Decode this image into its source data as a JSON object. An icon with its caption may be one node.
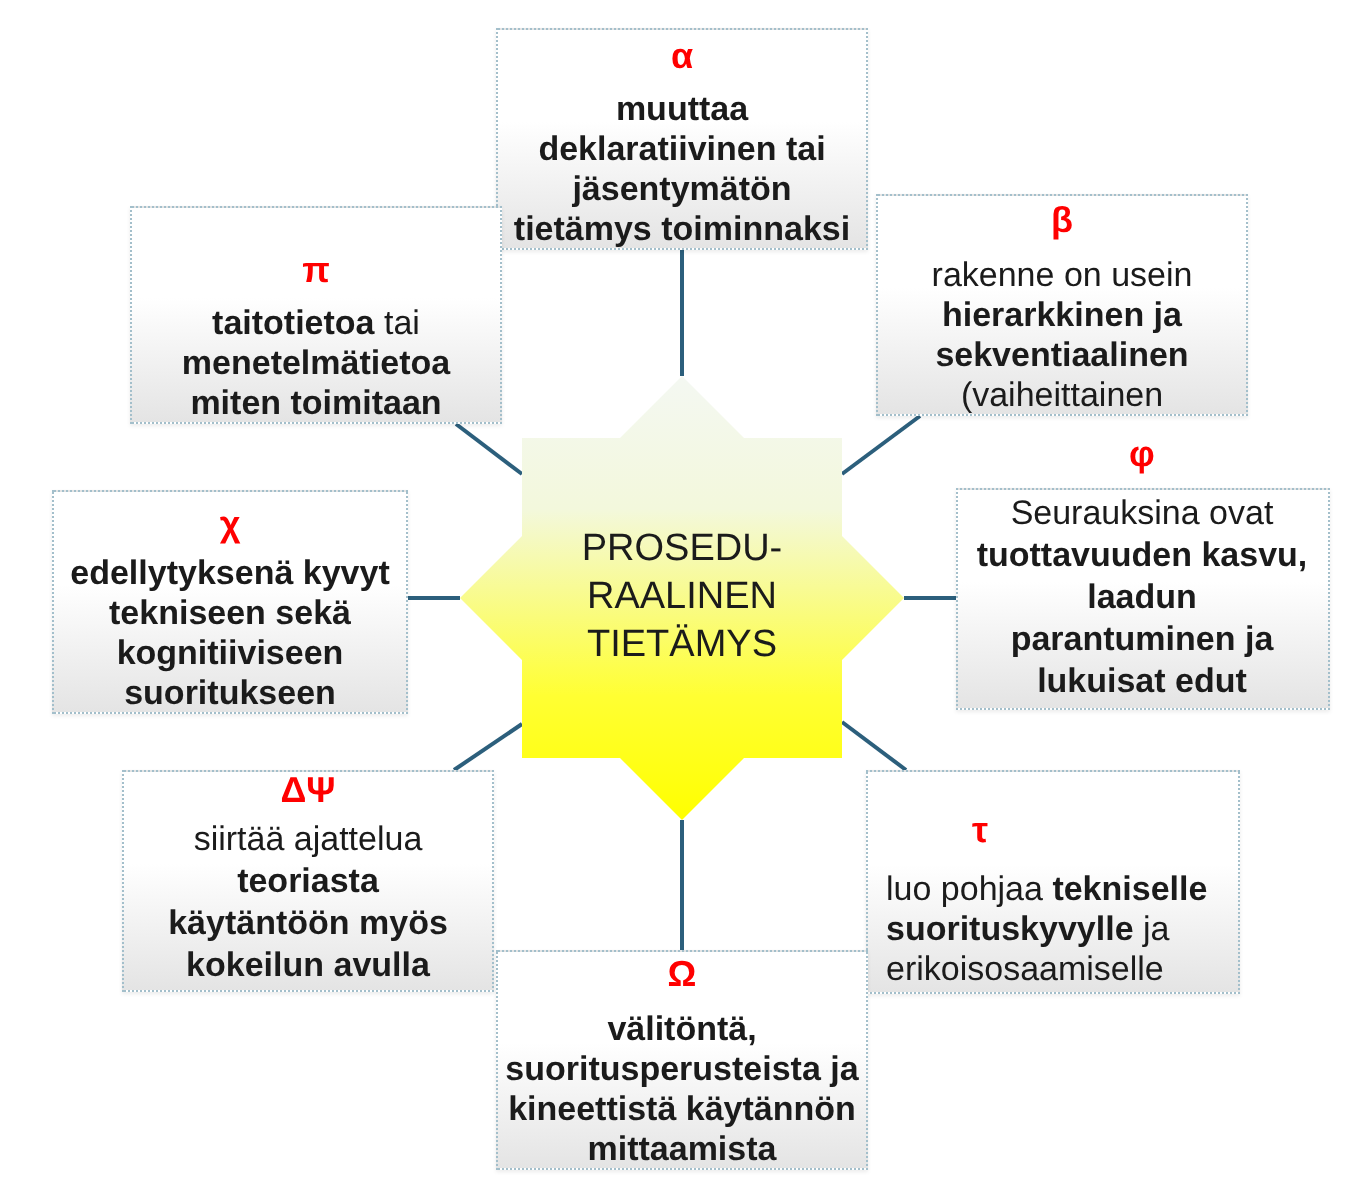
{
  "diagram": {
    "nodes": [
      {
        "text": [
          "PROSEDU-RAALINEN TIETÄMYS"
        ]
      },
      {
        "text": [
          "α",
          "muuttaa deklaratiivinen tai jäsentymätön tietämys toiminnaksi"
        ]
      },
      {
        "text": [
          "β",
          "rakenne on usein **hierarkkinen ja sekventiaalinen** (vaiheittainen"
        ]
      },
      {
        "text": [
          "φ",
          "Seurauksina ovat **tuottavuuden kasvu, laadun parantuminen ja lukuisat edut**"
        ]
      },
      {
        "text": [
          "τ",
          "luo pohjaa **tekniselle suorituskyvylle** ja erikoisosaamiselle"
        ]
      },
      {
        "text": [
          "Ω",
          "välitöntä, suoritusperusteista ja kineettistä käytännön mittaamista"
        ]
      },
      {
        "text": [
          "ΔΨ",
          "siirtää ajattelua **teoriasta käytäntöön myös kokeilun avulla**"
        ]
      },
      {
        "text": [
          "χ",
          "edellytyksenä kyvyt tekniseen sekä kognitiiviseen suoritukseen"
        ]
      },
      {
        "text": [
          "π",
          "**taitotietoa** tai **menetelmätietoa miten toimitaan**"
        ]
      }
    ],
    "edges": [
      {
        "from": 0,
        "to": 1,
        "arrow": "none"
      },
      {
        "from": 0,
        "to": 2,
        "arrow": "none"
      },
      {
        "from": 0,
        "to": 3,
        "arrow": "none"
      },
      {
        "from": 0,
        "to": 4,
        "arrow": "none"
      },
      {
        "from": 0,
        "to": 5,
        "arrow": "none"
      },
      {
        "from": 0,
        "to": 6,
        "arrow": "none"
      },
      {
        "from": 0,
        "to": 7,
        "arrow": "none"
      },
      {
        "from": 0,
        "to": 8,
        "arrow": "none"
      }
    ]
  }
}
